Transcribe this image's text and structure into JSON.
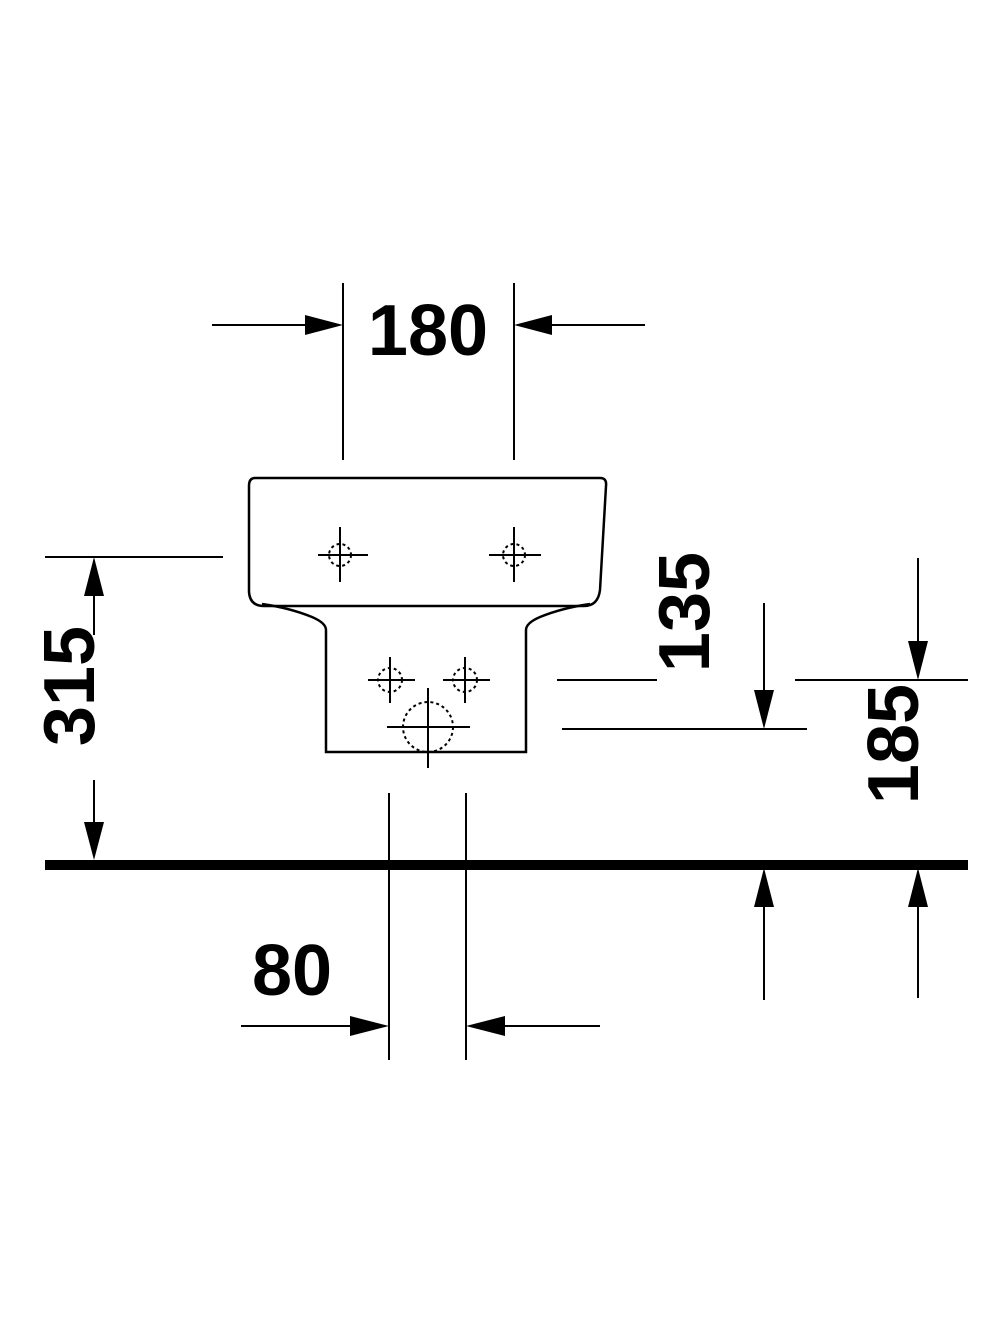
{
  "dimensions": {
    "top_width": "180",
    "total_height": "315",
    "mid_height": "135",
    "right_height": "185",
    "bottom_spacing": "80"
  },
  "colors": {
    "line": "#000000",
    "background": "#ffffff"
  }
}
